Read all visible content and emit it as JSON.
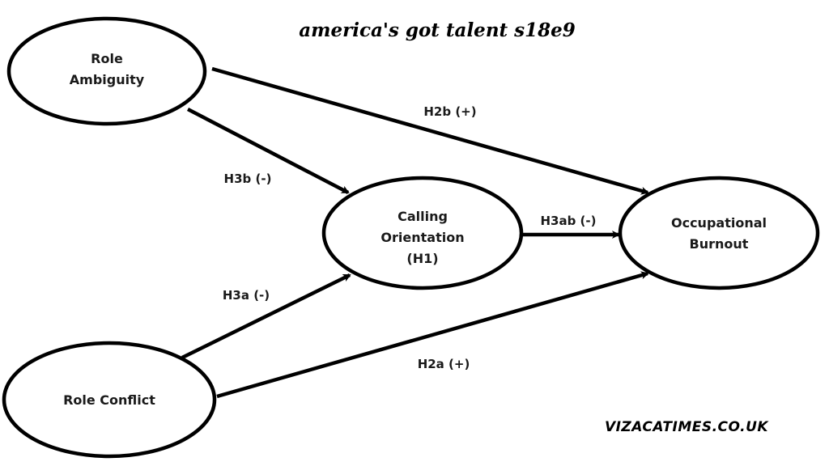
{
  "title": "america's got talent s18e9",
  "watermark": "VIZACATIMES.CO.UK",
  "colors": {
    "stroke": "#000000",
    "text": "#1a1a1a",
    "background": "#ffffff"
  },
  "nodes": {
    "role_ambiguity": [
      "Role",
      "Ambiguity"
    ],
    "calling_orientation": [
      "Calling",
      "Orientation",
      "(H1)"
    ],
    "role_conflict": [
      "Role Conflict"
    ],
    "occupational_burnout": [
      "Occupational",
      "Burnout"
    ]
  },
  "edges": {
    "h2b": {
      "from": "Role Ambiguity",
      "to": "Occupational Burnout",
      "label": "H2b (+)"
    },
    "h3b": {
      "from": "Role Ambiguity",
      "to": "Calling Orientation",
      "label": "H3b (-)"
    },
    "h3a": {
      "from": "Role Conflict",
      "to": "Calling Orientation",
      "label": "H3a (-)"
    },
    "h2a": {
      "from": "Role Conflict",
      "to": "Occupational Burnout",
      "label": "H2a (+)"
    },
    "h3ab": {
      "from": "Calling Orientation",
      "to": "Occupational Burnout",
      "label": "H3ab (-)"
    }
  }
}
